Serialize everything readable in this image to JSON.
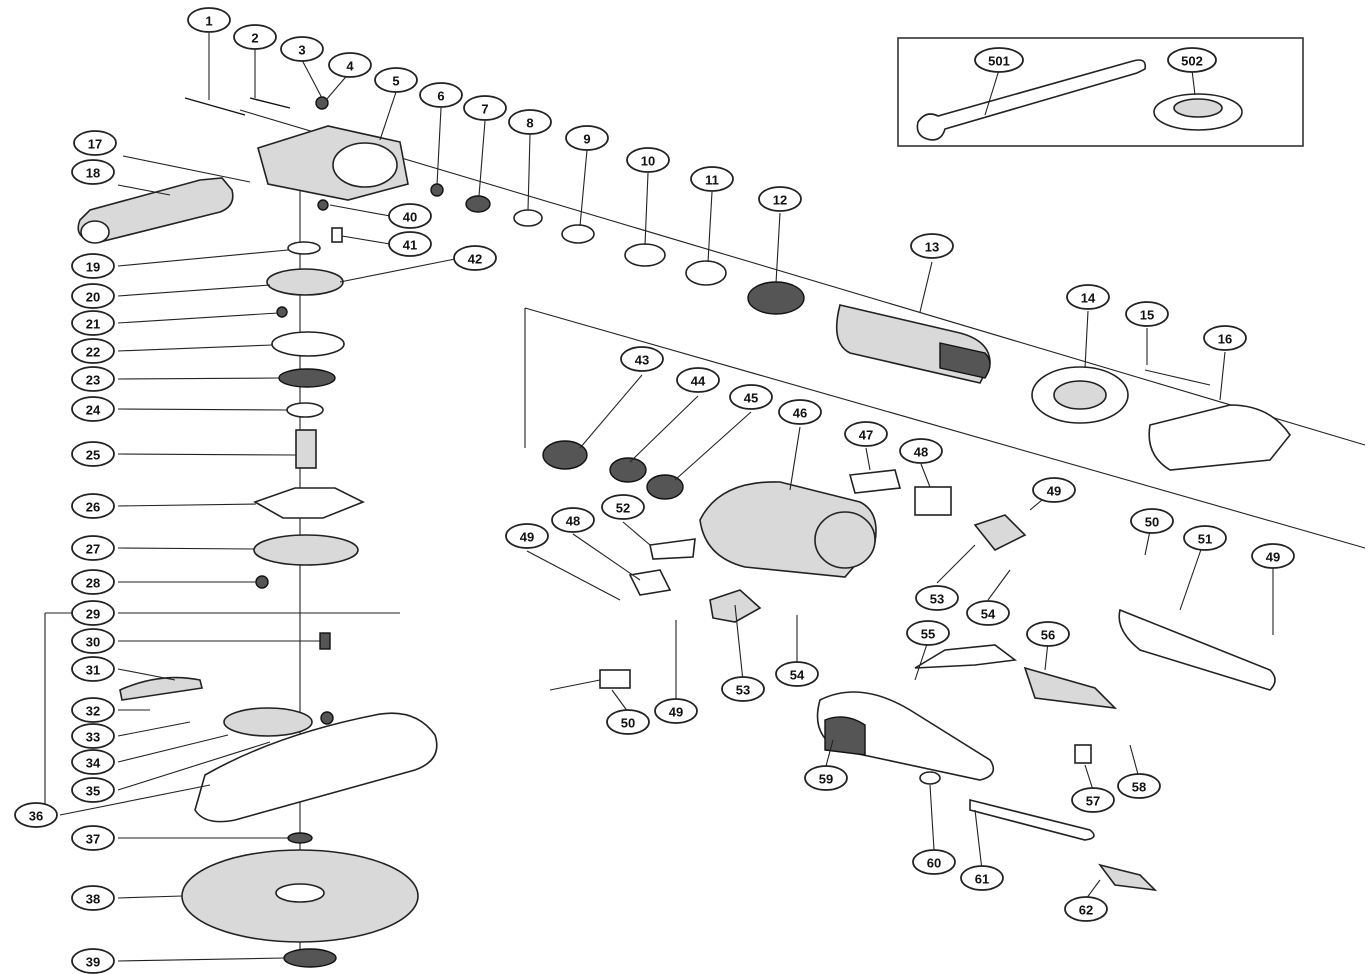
{
  "callouts": [
    {
      "label": "1"
    },
    {
      "label": "2"
    },
    {
      "label": "3"
    },
    {
      "label": "4"
    },
    {
      "label": "5"
    },
    {
      "label": "6"
    },
    {
      "label": "7"
    },
    {
      "label": "8"
    },
    {
      "label": "9"
    },
    {
      "label": "10"
    },
    {
      "label": "11"
    },
    {
      "label": "12"
    },
    {
      "label": "13"
    },
    {
      "label": "14"
    },
    {
      "label": "15"
    },
    {
      "label": "16"
    },
    {
      "label": "17"
    },
    {
      "label": "18"
    },
    {
      "label": "19"
    },
    {
      "label": "20"
    },
    {
      "label": "21"
    },
    {
      "label": "22"
    },
    {
      "label": "23"
    },
    {
      "label": "24"
    },
    {
      "label": "25"
    },
    {
      "label": "26"
    },
    {
      "label": "27"
    },
    {
      "label": "28"
    },
    {
      "label": "29"
    },
    {
      "label": "30"
    },
    {
      "label": "31"
    },
    {
      "label": "32"
    },
    {
      "label": "33"
    },
    {
      "label": "34"
    },
    {
      "label": "35"
    },
    {
      "label": "36"
    },
    {
      "label": "37"
    },
    {
      "label": "38"
    },
    {
      "label": "39"
    },
    {
      "label": "40"
    },
    {
      "label": "41"
    },
    {
      "label": "42"
    },
    {
      "label": "43"
    },
    {
      "label": "44"
    },
    {
      "label": "45"
    },
    {
      "label": "46"
    },
    {
      "label": "47"
    },
    {
      "label": "48"
    },
    {
      "label": "49"
    },
    {
      "label": "50"
    },
    {
      "label": "51"
    },
    {
      "label": "49"
    },
    {
      "label": "49"
    },
    {
      "label": "48"
    },
    {
      "label": "52"
    },
    {
      "label": "53"
    },
    {
      "label": "54"
    },
    {
      "label": "54"
    },
    {
      "label": "53"
    },
    {
      "label": "55"
    },
    {
      "label": "56"
    },
    {
      "label": "50"
    },
    {
      "label": "49"
    },
    {
      "label": "59"
    },
    {
      "label": "57"
    },
    {
      "label": "58"
    },
    {
      "label": "60"
    },
    {
      "label": "61"
    },
    {
      "label": "62"
    },
    {
      "label": "501"
    },
    {
      "label": "502"
    }
  ]
}
